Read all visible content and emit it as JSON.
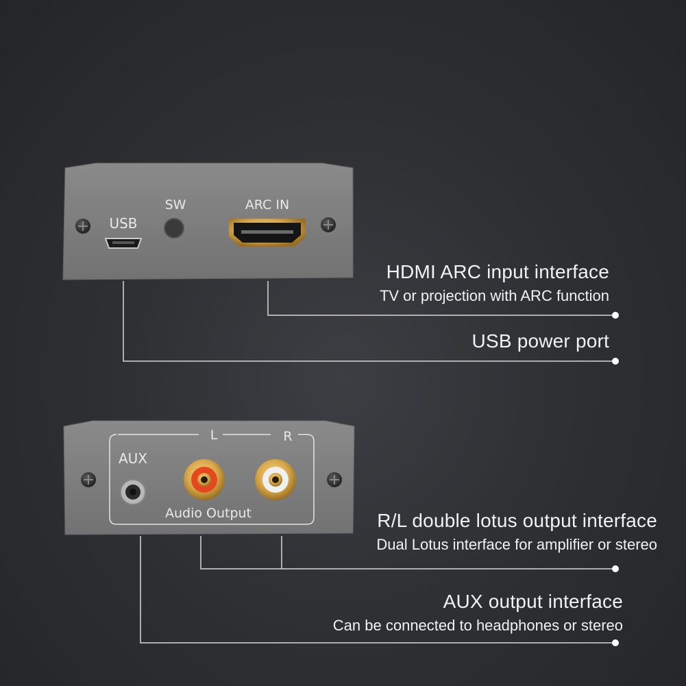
{
  "device_top": {
    "port_labels": {
      "usb": "USB",
      "switch": "SW",
      "hdmi": "ARC IN"
    }
  },
  "device_bottom": {
    "port_labels": {
      "aux": "AUX",
      "left": "L",
      "right": "R",
      "group": "Audio Output"
    }
  },
  "callouts": {
    "hdmi": {
      "title": "HDMI ARC input interface",
      "subtitle": "TV or projection with ARC function"
    },
    "usb": {
      "title": "USB power port"
    },
    "rl": {
      "title": "R/L double lotus output interface",
      "subtitle": "Dual Lotus interface for amplifier or stereo"
    },
    "aux": {
      "title": "AUX output interface",
      "subtitle": "Can be connected to headphones or stereo"
    }
  },
  "colors": {
    "background": "#2e3034",
    "panel": "#808080",
    "leader_line": "#d8d8d8",
    "rca_left_insulator": "#e5481f",
    "rca_right_insulator": "#f0f0f0",
    "gold": "#d9a94a"
  }
}
